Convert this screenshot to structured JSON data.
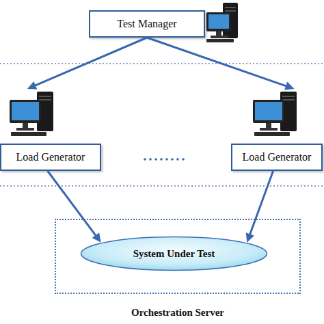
{
  "diagram": {
    "nodes": [
      {
        "text": [
          "Test Manager"
        ]
      },
      {
        "text": [
          "Load Generator"
        ]
      },
      {
        "text": [
          "Load Generator"
        ]
      },
      {
        "text": [
          "Orchestration Server"
        ]
      },
      {
        "text": [
          "System Under Test"
        ],
        "in": 3
      }
    ],
    "edges": [
      {
        "from": 0,
        "to": 1,
        "arrow": "to"
      },
      {
        "from": 0,
        "to": 2,
        "arrow": "to"
      },
      {
        "from": 1,
        "to": 4,
        "arrow": "to"
      },
      {
        "from": 2,
        "to": 4,
        "arrow": "to"
      }
    ]
  }
}
